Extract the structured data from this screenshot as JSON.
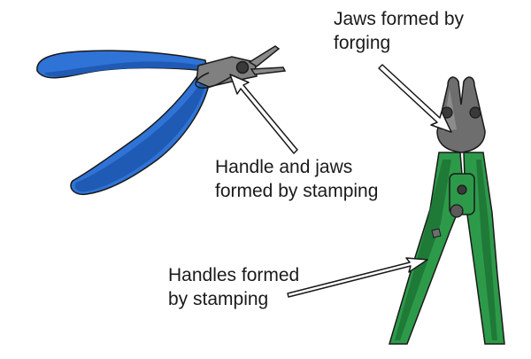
{
  "labels": {
    "jaws_forged": {
      "line1": "Jaws formed by",
      "line2": "forging"
    },
    "handle_jaws_stamped": {
      "line1": "Handle and jaws",
      "line2": "formed by stamping"
    },
    "handles_stamped": {
      "line1": "Handles formed",
      "line2": "by stamping"
    }
  },
  "colors": {
    "small_pliers_handle": "#2f73d6",
    "small_pliers_handle_shadow": "#1f5ab4",
    "small_pliers_metal": "#808080",
    "bolt_cutter_handle": "#2d9a4a",
    "bolt_cutter_handle_shadow": "#1f7a37",
    "bolt_cutter_jaws": "#6e6e6e",
    "outline": "#1a1a1a",
    "arrow": "#1a1a1a"
  },
  "icons": {
    "left_tool": "diagonal-cutting-pliers-icon",
    "right_tool": "bolt-cutter-icon"
  }
}
